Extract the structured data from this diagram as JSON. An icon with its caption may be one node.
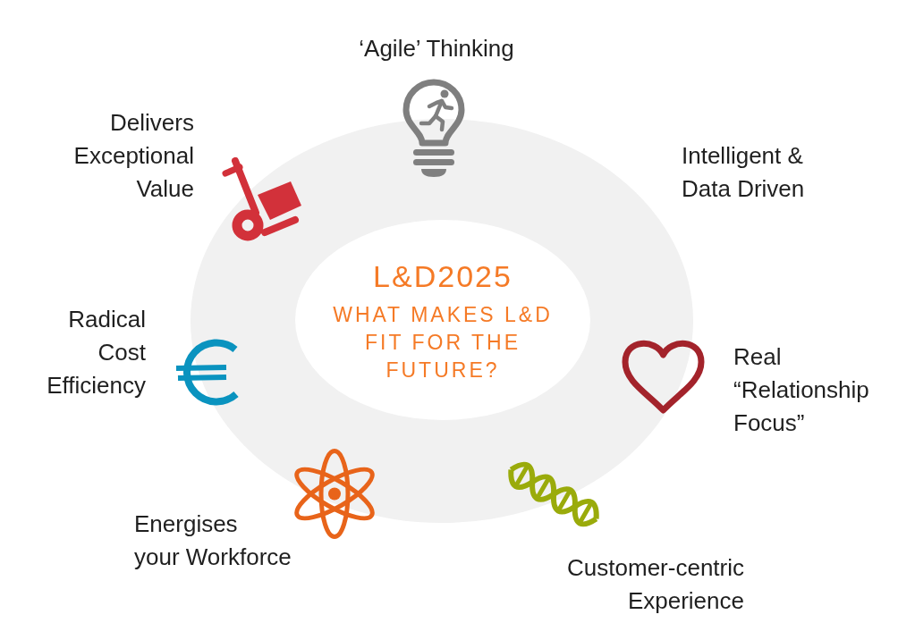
{
  "diagram": {
    "nodes": [
      {
        "text": [
          "L&D2025",
          "WHAT MAKES L&D FIT FOR THE FUTURE?"
        ]
      }
    ],
    "labels": [
      "‘Agile’ Thinking",
      "Delivers Exceptional Value",
      "Intelligent & Data Driven",
      "Radical Cost Efficiency",
      "Real “Relationship Focus”",
      "Energises your Workforce",
      "Customer-centric Experience"
    ]
  }
}
